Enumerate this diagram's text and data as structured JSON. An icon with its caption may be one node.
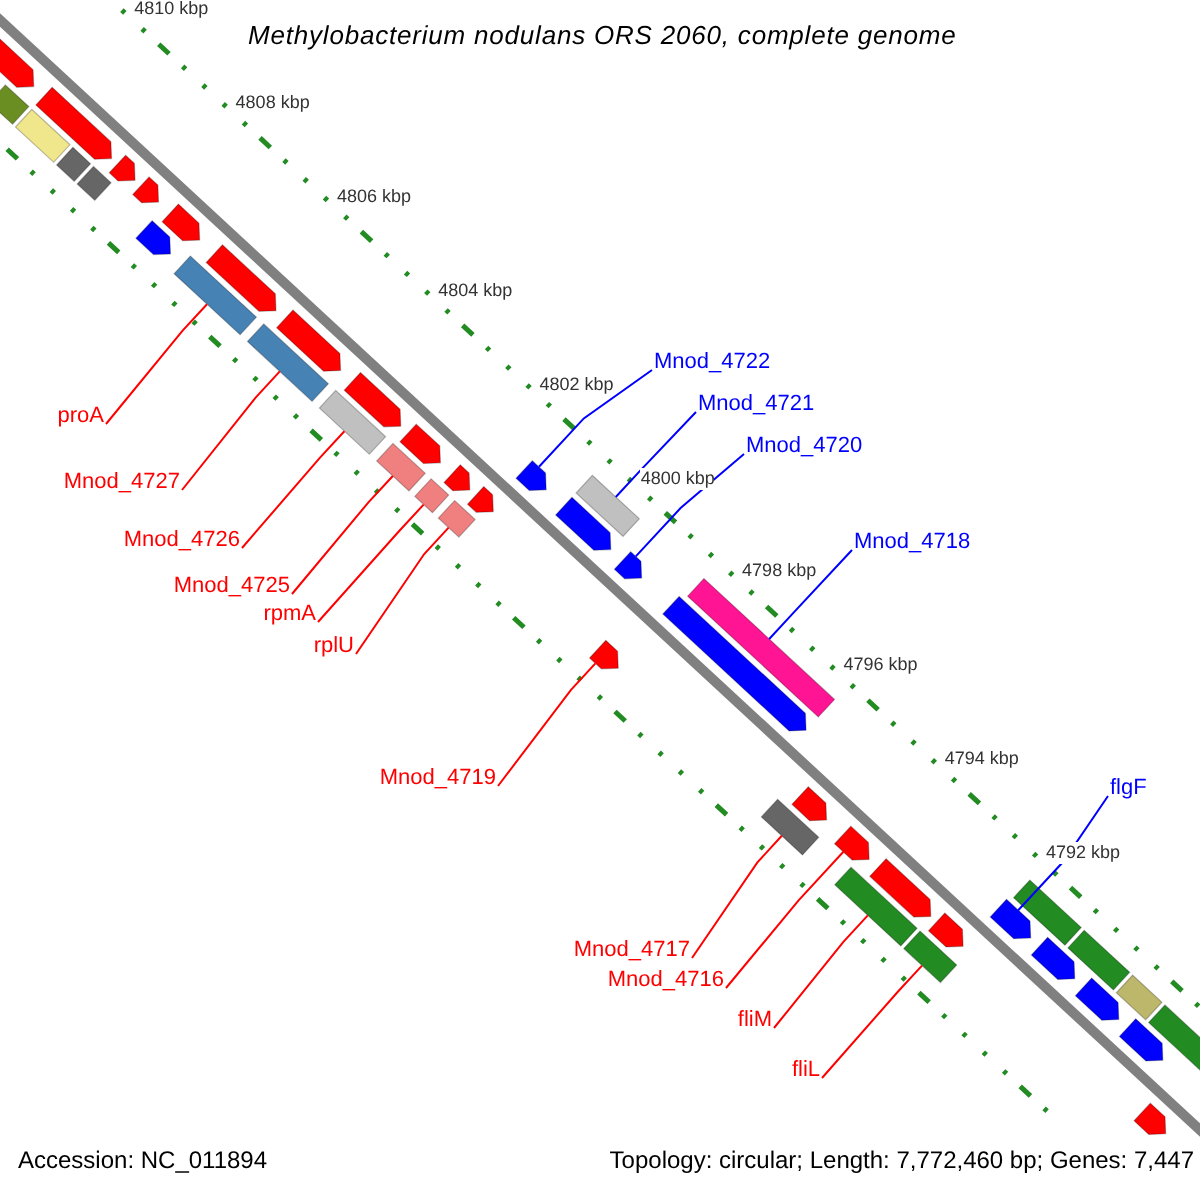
{
  "diagram": {
    "title": "Methylobacterium nodulans ORS 2060, complete genome",
    "nodes": [
      {
        "text": [
          "Mnod_4722"
        ]
      },
      {
        "text": [
          "Mnod_4721"
        ]
      },
      {
        "text": [
          "proA"
        ]
      },
      {
        "text": [
          "Mnod_4720"
        ]
      },
      {
        "text": [
          "Mnod_4727"
        ]
      },
      {
        "text": [
          "Mnod_4726"
        ]
      },
      {
        "text": [
          "Mnod_4718"
        ]
      },
      {
        "text": [
          "Mnod_4725"
        ]
      },
      {
        "text": [
          "rpmA"
        ]
      },
      {
        "text": [
          "rplU"
        ]
      },
      {
        "text": [
          "Mnod_4719"
        ]
      },
      {
        "text": [
          "flgF"
        ]
      },
      {
        "text": [
          "Mnod_4717"
        ]
      },
      {
        "text": [
          "Mnod_4716"
        ]
      },
      {
        "text": [
          "fliM"
        ]
      },
      {
        "text": [
          "fliL"
        ]
      },
      {
        "text": [],
        "shape": "bar"
      },
      {
        "text": [],
        "shape": "bar"
      },
      {
        "text": [],
        "shape": "bar"
      },
      {
        "text": [],
        "shape": "bar"
      },
      {
        "text": [],
        "shape": "bar"
      },
      {
        "text": [],
        "shape": "bar"
      },
      {
        "text": [],
        "shape": "bar"
      },
      {
        "text": [],
        "shape": "bar"
      },
      {
        "text": [],
        "shape": "bar"
      },
      {
        "text": [],
        "shape": "bar"
      },
      {
        "text": [],
        "shape": "bar"
      },
      {
        "text": [],
        "shape": "bar"
      },
      {
        "text": [],
        "shape": "bar"
      },
      {
        "text": [],
        "shape": "bar"
      },
      {
        "text": [],
        "shape": "bar"
      },
      {
        "text": [],
        "shape": "bar"
      },
      {
        "text": [],
        "shape": "bar"
      },
      {
        "text": [],
        "shape": "bar"
      },
      {
        "text": [],
        "shape": "bar"
      },
      {
        "text": [],
        "shape": "bar"
      },
      {
        "text": [],
        "shape": "bar"
      },
      {
        "text": [],
        "shape": "bar"
      },
      {
        "text": [],
        "shape": "bar"
      },
      {
        "text": [],
        "shape": "bar"
      },
      {
        "text": [],
        "shape": "bar"
      },
      {
        "text": [],
        "shape": "bar"
      },
      {
        "text": [],
        "shape": "bar"
      },
      {
        "text": [],
        "shape": "bar"
      },
      {
        "text": [],
        "shape": "bar"
      },
      {
        "text": [],
        "shape": "bar"
      },
      {
        "text": [],
        "shape": "bar"
      },
      {
        "text": [],
        "shape": "bar"
      },
      {
        "text": [],
        "shape": "bar"
      },
      {
        "text": [],
        "shape": "bar"
      },
      {
        "text": [],
        "shape": "bar"
      },
      {
        "text": [],
        "shape": "bar"
      },
      {
        "text": [],
        "shape": "bar"
      },
      {
        "text": [],
        "shape": "bar"
      },
      {
        "text": [],
        "shape": "bar"
      },
      {
        "text": [],
        "shape": "bar"
      },
      {
        "text": [],
        "shape": "bar"
      },
      {
        "text": [],
        "shape": "bar"
      },
      {
        "text": [],
        "shape": "bar"
      },
      {
        "text": [],
        "shape": "bar"
      },
      {
        "text": [],
        "shape": "bar"
      }
    ],
    "edges": [
      {
        "from": 0,
        "to": 38,
        "arrow": "none",
        "color": "#0000ff"
      },
      {
        "from": 1,
        "to": 40,
        "arrow": "none",
        "color": "#0000ff"
      },
      {
        "from": 2,
        "to": 26,
        "arrow": "none"
      },
      {
        "from": 3,
        "to": 41,
        "arrow": "none",
        "color": "#0000ff"
      },
      {
        "from": 4,
        "to": 28,
        "arrow": "none"
      },
      {
        "from": 5,
        "to": 30,
        "arrow": "none"
      },
      {
        "from": 6,
        "to": 44,
        "arrow": "none",
        "color": "#0000ff"
      },
      {
        "from": 7,
        "to": 32,
        "arrow": "none"
      },
      {
        "from": 8,
        "to": 34,
        "arrow": "none"
      },
      {
        "from": 9,
        "to": 36,
        "arrow": "none"
      },
      {
        "from": 10,
        "to": 42,
        "arrow": "none"
      },
      {
        "from": 11,
        "to": 52,
        "arrow": "none",
        "color": "#0000ff"
      },
      {
        "from": 12,
        "to": 45,
        "arrow": "none"
      },
      {
        "from": 13,
        "to": 47,
        "arrow": "none"
      },
      {
        "from": 14,
        "to": 48,
        "arrow": "none"
      },
      {
        "from": 15,
        "to": 50,
        "arrow": "none"
      }
    ],
    "labels": [
      "4810 kbp",
      "4808 kbp",
      "4806 kbp",
      "4804 kbp",
      "4802 kbp",
      "4800 kbp",
      "4798 kbp",
      "4796 kbp",
      "4794 kbp",
      "4792 kbp",
      "Accession: NC_011894",
      "Topology: circular; Length: 7,772,460 bp; Genes: 7,447"
    ]
  }
}
